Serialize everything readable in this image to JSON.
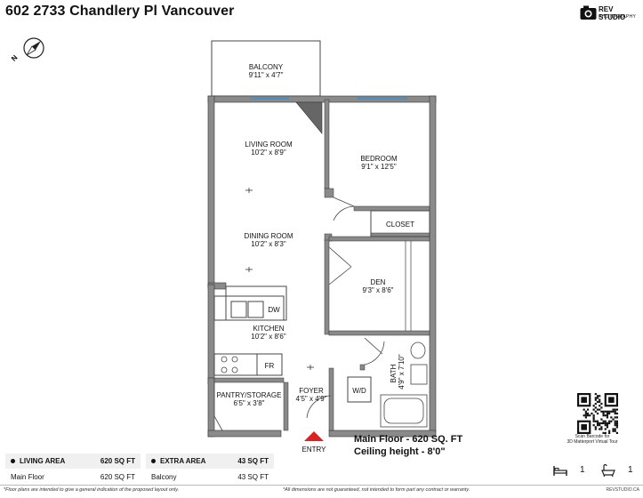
{
  "header": {
    "title": "602 2733 Chandlery Pl Vancouver",
    "brand_name": "REV STUDIO",
    "brand_sub": "PHOTOGRAPHY",
    "brand_url": "REVSTUDIO.CA"
  },
  "compass": {
    "label": "N",
    "icon": "compass-icon"
  },
  "rooms": {
    "balcony": {
      "name": "BALCONY",
      "dims": "9'11\" x 4'7\""
    },
    "living": {
      "name": "LIVING ROOM",
      "dims": "10'2\" x 8'9\""
    },
    "bedroom": {
      "name": "BEDROOM",
      "dims": "9'1\" x 12'5\""
    },
    "closet": {
      "name": "CLOSET"
    },
    "dining": {
      "name": "DINING ROOM",
      "dims": "10'2\" x 8'3\""
    },
    "den": {
      "name": "DEN",
      "dims": "9'3\" x 8'6\""
    },
    "kitchen": {
      "name": "KITCHEN",
      "dims": "10'2\" x 8'6\""
    },
    "bath": {
      "name": "BATH",
      "dims": "4'9\" x 7'10\""
    },
    "pantry": {
      "name": "PANTRY/STORAGE",
      "dims": "6'5\" x 3'8\""
    },
    "foyer": {
      "name": "FOYER",
      "dims": "4'5\" x 4'9\""
    },
    "entry": {
      "name": "ENTRY"
    }
  },
  "fixtures": {
    "dishwasher": "DW",
    "fridge": "FR",
    "washer_dryer": "W/D"
  },
  "summary": {
    "main_floor": "Main Floor - 620 SQ. FT",
    "ceiling": "Ceiling height - 8'0\""
  },
  "tables": {
    "living_area": {
      "header": "LIVING AREA",
      "header_value": "620 SQ FT",
      "row_label": "Main Floor",
      "row_value": "620 SQ FT"
    },
    "extra_area": {
      "header": "EXTRA AREA",
      "header_value": "43 SQ FT",
      "row_label": "Balcony",
      "row_value": "43 SQ FT"
    }
  },
  "qr": {
    "caption_1": "Scan Barcode for",
    "caption_2": "3D Matterport Virtual Tour"
  },
  "counts": {
    "bedrooms": "1",
    "bathrooms": "1",
    "bed_icon": "bed-icon",
    "bath_icon": "bathtub-icon"
  },
  "footer": {
    "disclaimer_left": "*Floor plans are intended to give a general indication of the proposed layout only.",
    "disclaimer_mid": "*All dimensions are not guaranteed, not intended to form part any contract or warranty."
  },
  "colors": {
    "wall": "#8a8a8a",
    "wall_outline": "#333333",
    "window": "#4a90c8",
    "entry_arrow": "#e02020",
    "header_band": "#f0f0f0"
  }
}
